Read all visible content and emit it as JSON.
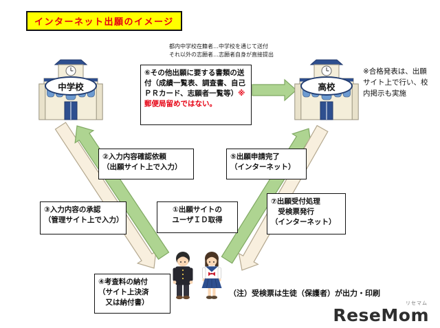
{
  "title": "インターネット出願のイメージ",
  "top_note": {
    "line1": "都内中学校在籍者…中学校を通じて送付",
    "line2": "それ以外の志願者…志願者自身が直接提出"
  },
  "left_school": {
    "label": "中学校"
  },
  "right_school": {
    "label": "高校"
  },
  "side_note": "※合格発表は、出願サイト上で行い、校内掲示も実施",
  "steps": {
    "s6_black": "⑥その他出願に要する書類の送付（成績一覧表、調査書、自己ＰＲカード、志願者一覧等）",
    "s6_red": "※郵便局留めではない。",
    "s2": "②入力内容確認依頼\n（出願サイト上で入力）",
    "s5": "⑤出願申請完了\n（インターネット）",
    "s3": "③入力内容の承認\n（管理サイト上で入力）",
    "s1": "①出願サイトの\nユーザＩＤ取得",
    "s7": "⑦出願受付処理\n　受検票発行\n（インターネット）",
    "s4": "④考査料の納付\n（サイト上決済\n　又は納付書）"
  },
  "bottom_note": "（注）受検票は生徒（保護者）が出力・印刷",
  "logo": {
    "text": "ReseMom",
    "sub": "リセマム"
  },
  "colors": {
    "arrow_green": "#aed491",
    "arrow_green_border": "#7fa862",
    "arrow_cream": "#f8efde",
    "arrow_cream_border": "#b3a78e"
  }
}
